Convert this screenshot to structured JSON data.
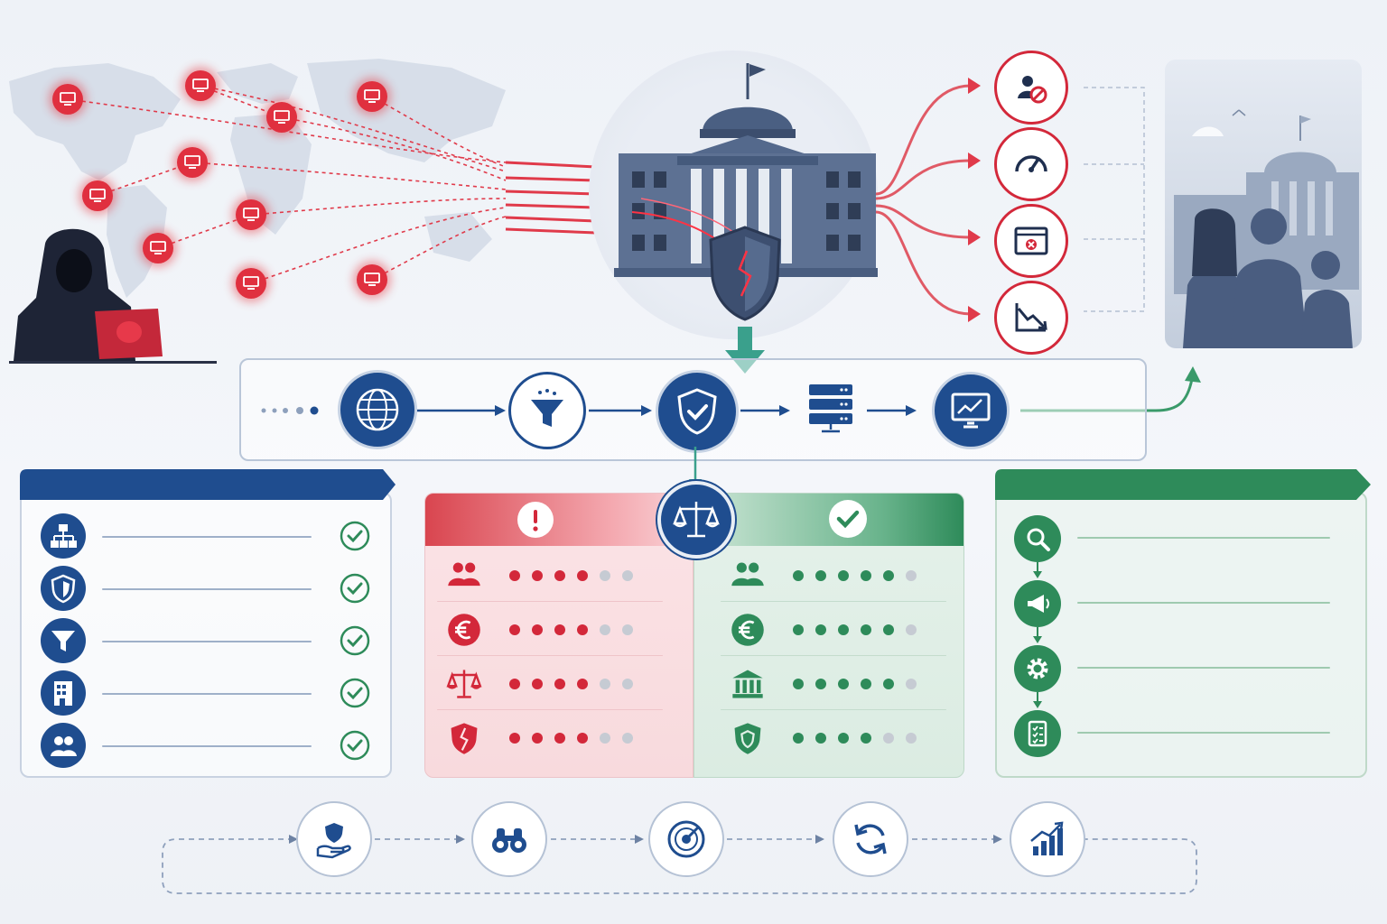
{
  "colors": {
    "red": "#d3283a",
    "navy": "#1f4d8f",
    "green": "#2e8b5a",
    "slate": "#5b6b85",
    "pale_blue": "#dce3ee"
  },
  "scene": {
    "attacker_icon": "hooded-hacker-with-laptop",
    "infected_node_icon": "compromised-computer-icon",
    "target_icon": "government-building-icon",
    "shield_icon": "cracked-shield-icon",
    "citizens_icon": "citizens-group-icon",
    "impacts": [
      "user-blocked-icon",
      "speed-gauge-icon",
      "browser-error-icon",
      "declining-chart-icon"
    ]
  },
  "pipeline": {
    "steps": [
      "globe-network-icon",
      "traffic-filter-icon",
      "shield-check-icon",
      "server-rack-icon",
      "monitor-chart-icon"
    ]
  },
  "left_panel": {
    "items": [
      {
        "icon": "org-chart-icon",
        "status": "check-icon"
      },
      {
        "icon": "shield-icon",
        "status": "check-icon"
      },
      {
        "icon": "filter-icon",
        "status": "check-icon"
      },
      {
        "icon": "building-icon",
        "status": "check-icon"
      },
      {
        "icon": "team-icon",
        "status": "check-icon"
      }
    ]
  },
  "comparison": {
    "center_icon": "balance-scale-icon",
    "risk": {
      "header_icon": "exclamation-icon",
      "rows": [
        {
          "icon": "people-icon",
          "level": 4,
          "max": 6
        },
        {
          "icon": "euro-icon",
          "level": 4,
          "max": 6
        },
        {
          "icon": "scale-icon",
          "level": 4,
          "max": 6
        },
        {
          "icon": "broken-shield-icon",
          "level": 4,
          "max": 6
        }
      ]
    },
    "protected": {
      "header_icon": "check-icon",
      "rows": [
        {
          "icon": "people-icon",
          "level": 5,
          "max": 6
        },
        {
          "icon": "euro-icon",
          "level": 5,
          "max": 6
        },
        {
          "icon": "bank-icon",
          "level": 5,
          "max": 6
        },
        {
          "icon": "shield-icon",
          "level": 4,
          "max": 6
        }
      ]
    }
  },
  "right_panel": {
    "steps": [
      "magnifier-icon",
      "megaphone-icon",
      "gear-icon",
      "checklist-icon"
    ]
  },
  "bottom_cycle": {
    "steps": [
      "protect-hand-icon",
      "binoculars-icon",
      "radar-icon",
      "refresh-icon",
      "growth-chart-icon"
    ]
  }
}
